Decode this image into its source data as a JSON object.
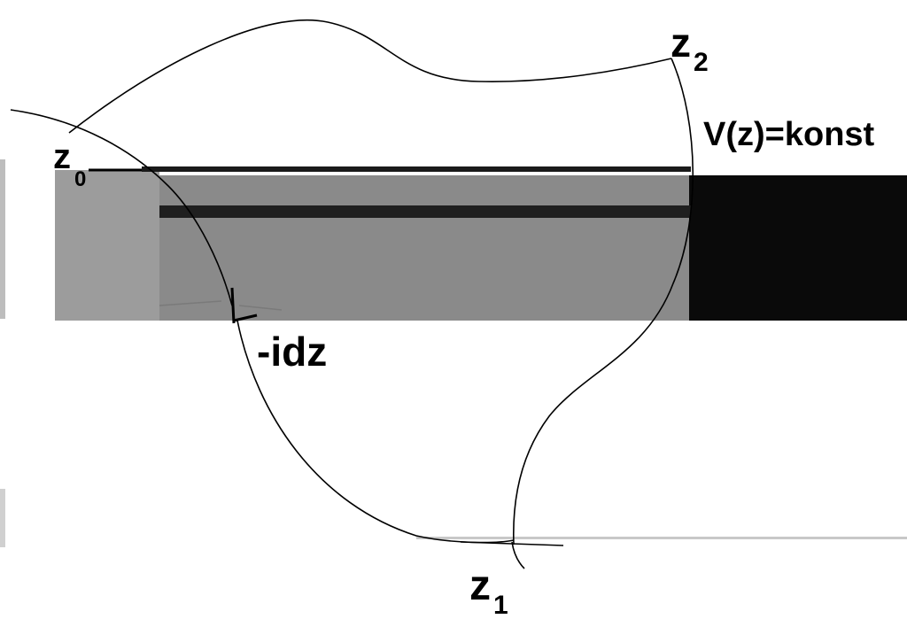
{
  "labels": {
    "z2": {
      "base": "z",
      "sub": "2"
    },
    "z0": {
      "base": "z",
      "sub": "0"
    },
    "z1": {
      "base": "z",
      "sub": "1"
    },
    "level_curve": "V(z)=konst",
    "normal_step": "-idz"
  },
  "colors": {
    "stroke": "#000000",
    "dark_block": "#0a0a0a",
    "mid_block": "#8a8a8a",
    "light_block": "#9a9a9a",
    "background": "#ffffff"
  }
}
